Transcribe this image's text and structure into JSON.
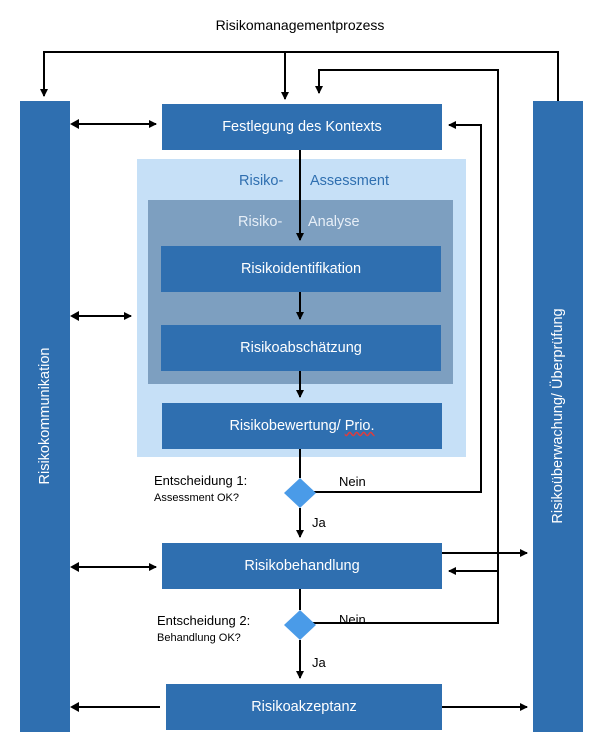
{
  "title": "Risikomanagementprozess",
  "left_bar_label": "Risikokommunikation",
  "right_bar_label": "Risikoüberwachung/ Überprüfung",
  "assessment_panel": {
    "word1": "Risiko-",
    "word2": "Assessment"
  },
  "analysis_panel": {
    "word1": "Risiko-",
    "word2": "Analyse"
  },
  "boxes": {
    "kontext": "Festlegung des Kontexts",
    "identifikation": "Risikoidentifikation",
    "abschaetzung": "Risikoabschätzung",
    "bewertung": "Risikobewertung/ ",
    "bewertung_prio": "Prio.",
    "behandlung": "Risikobehandlung",
    "akzeptanz": "Risikoakzeptanz"
  },
  "decision1": {
    "line1": "Entscheidung 1:",
    "line2": "Assessment OK?",
    "no": "Nein",
    "yes": "Ja"
  },
  "decision2": {
    "line1": "Entscheidung 2:",
    "line2": "Behandlung OK?",
    "no": "Nein",
    "yes": "Ja"
  },
  "colors": {
    "box": "#2f6fb0",
    "diamond": "#4a9be8",
    "outer_panel": "#c6e0f7",
    "inner_panel": "#7d9fc0",
    "panel_text_outer": "#2f6fb0",
    "panel_text_inner": "#e6eef7"
  }
}
